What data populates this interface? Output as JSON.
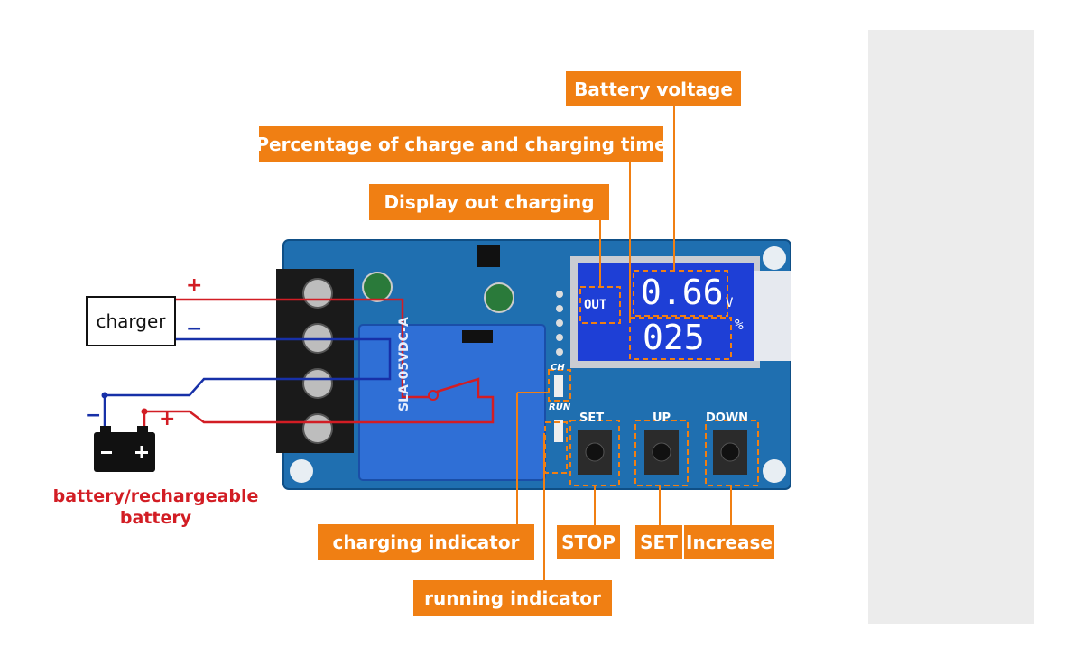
{
  "labels": {
    "battery_voltage": "Battery voltage",
    "percentage": "Percentage of charge and charging time",
    "display_out": "Display out charging",
    "charging_indicator": "charging indicator",
    "running_indicator": "running indicator",
    "stop": "STOP",
    "set": "SET",
    "increase": "Increase"
  },
  "charger": {
    "label": "charger",
    "plus": "+",
    "minus": "−"
  },
  "battery": {
    "minus": "−",
    "plus": "+",
    "caption": "battery/rechargeable battery"
  },
  "lcd": {
    "out": "OUT",
    "voltage": "0.66",
    "unit_v": "V",
    "percent_value": "025",
    "unit_pct": "%"
  },
  "board": {
    "btn_set": "SET",
    "btn_up": "UP",
    "btn_down": "DOWN",
    "led_ch": "CH",
    "led_run": "RUN",
    "relay_text": "SLA-05VDC-A"
  },
  "colors": {
    "callout": "#f07f13",
    "pcb": "#1f6fb0",
    "lcd": "#1e3fd6",
    "wire_pos": "#d21d24",
    "wire_neg": "#1730a8"
  }
}
